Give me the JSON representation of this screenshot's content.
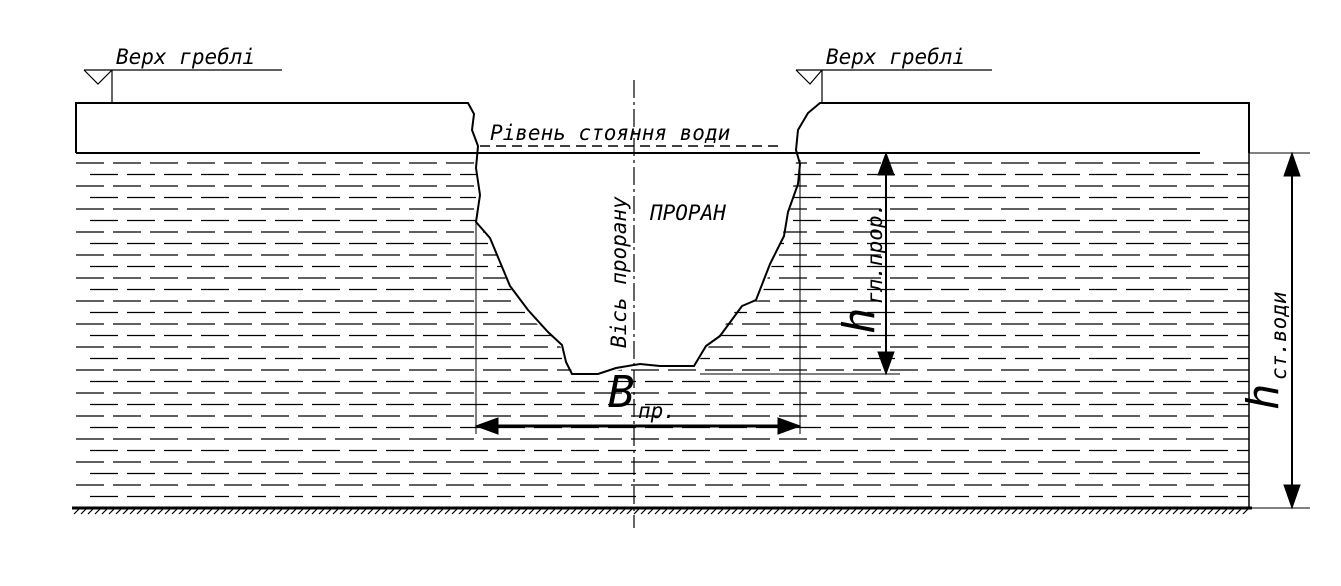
{
  "labels": {
    "dam_top_left": "Верх греблі",
    "dam_top_right": "Верх греблі",
    "water_level": "Рівень стояння води",
    "gap_axis": "Вісь прорану",
    "gap_name": "ПРОРАН",
    "gap_width_main": "B",
    "gap_width_sub": "пр.",
    "gap_depth_main": "h",
    "gap_depth_sub": "гл.прор.",
    "water_depth_main": "h",
    "water_depth_sub": "ст.води"
  },
  "colors": {
    "ink": "#000000",
    "background": "#ffffff"
  }
}
